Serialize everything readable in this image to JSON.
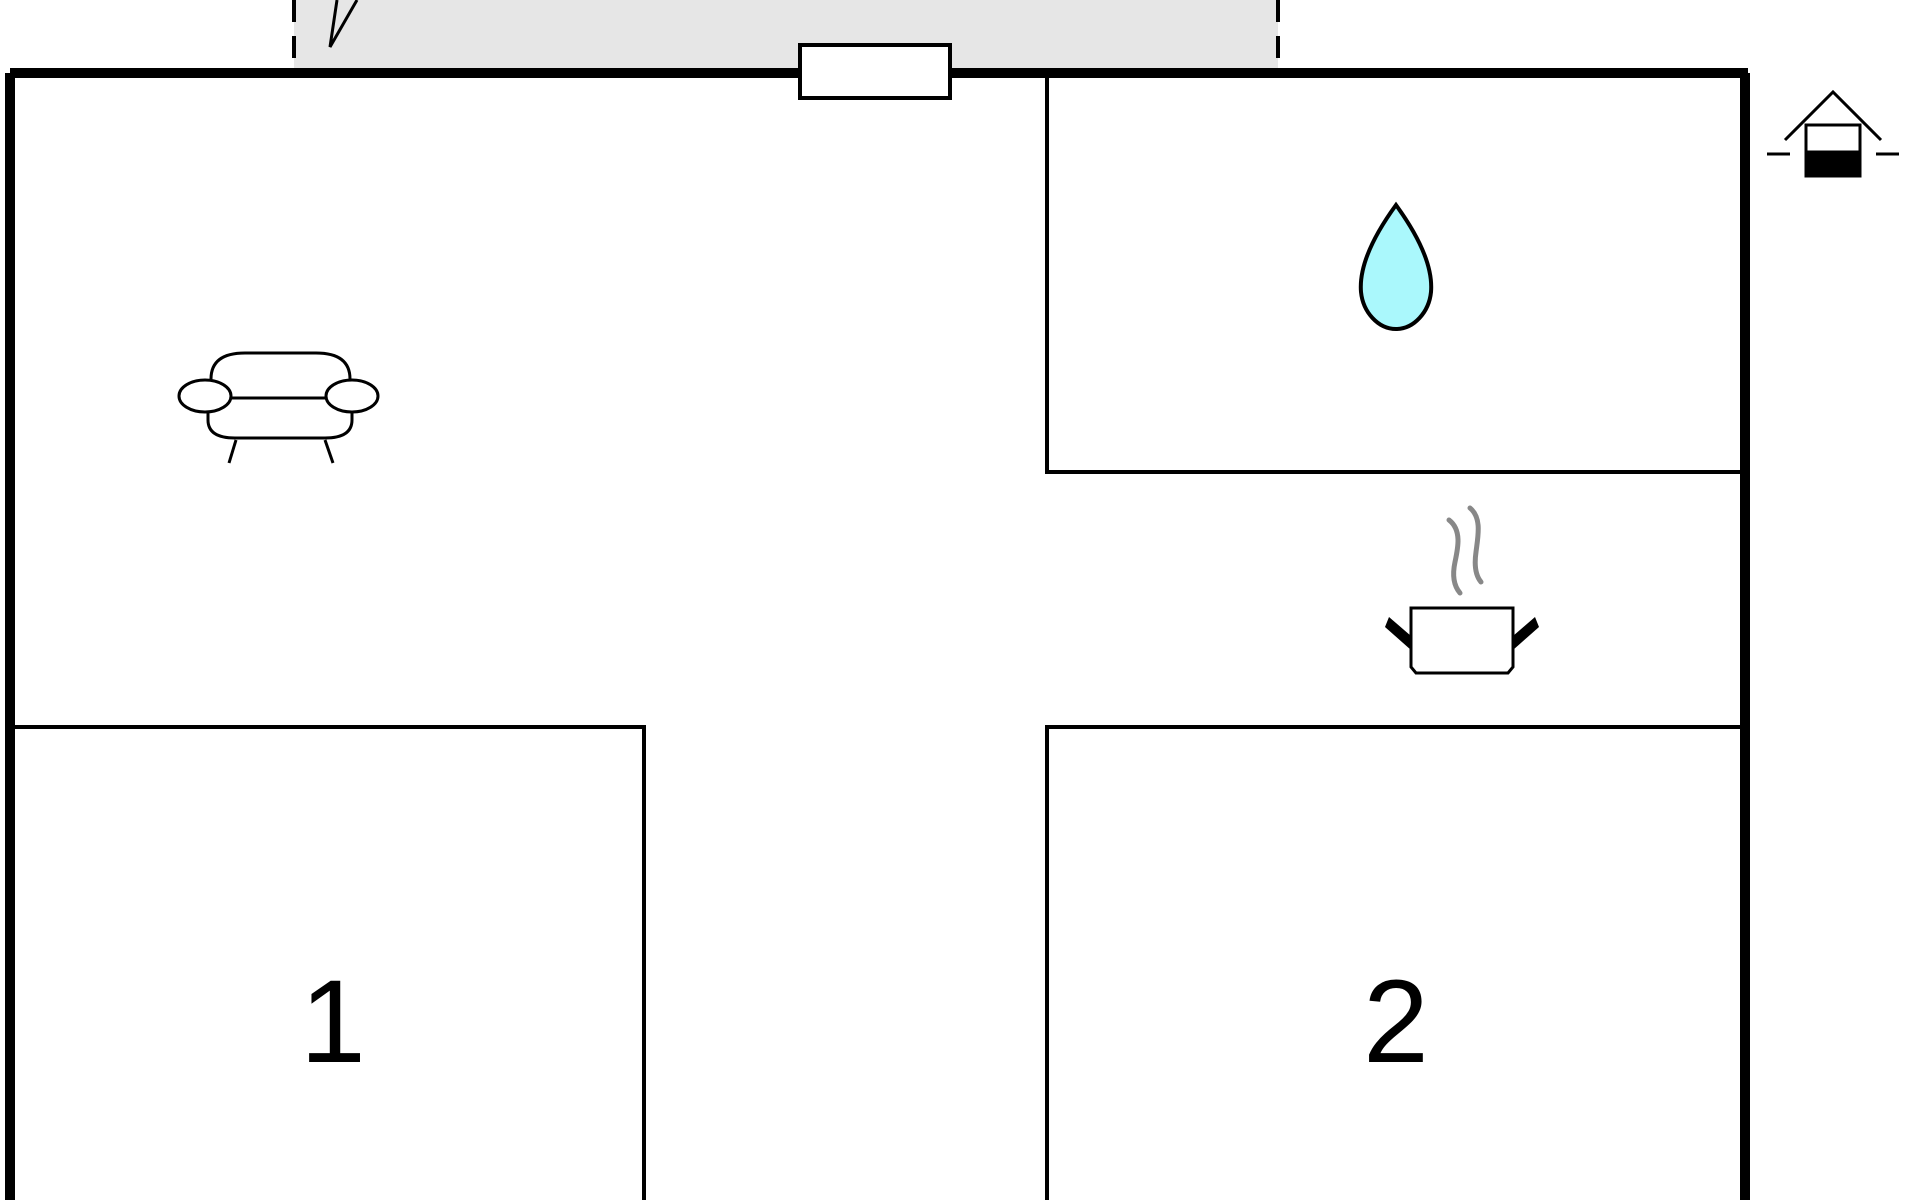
{
  "floor_plan": {
    "rooms": [
      {
        "id": "living-room",
        "icon": "sofa-icon",
        "label": ""
      },
      {
        "id": "bathroom",
        "icon": "water-drop-icon",
        "label": ""
      },
      {
        "id": "kitchen",
        "icon": "cooking-pot-icon",
        "label": ""
      },
      {
        "id": "bedroom-1",
        "icon": "",
        "label": "1"
      },
      {
        "id": "bedroom-2",
        "icon": "",
        "label": "2"
      }
    ],
    "exterior": {
      "terrace": "covered-terrace-area",
      "entrance": "entrance-door-marker",
      "orientation_icon": "house-entrance-icon"
    },
    "colors": {
      "wall": "#000000",
      "terrace_fill": "#e6e6e6",
      "water_fill": "#aaf8fc",
      "steam": "#888888",
      "background": "#ffffff"
    }
  }
}
